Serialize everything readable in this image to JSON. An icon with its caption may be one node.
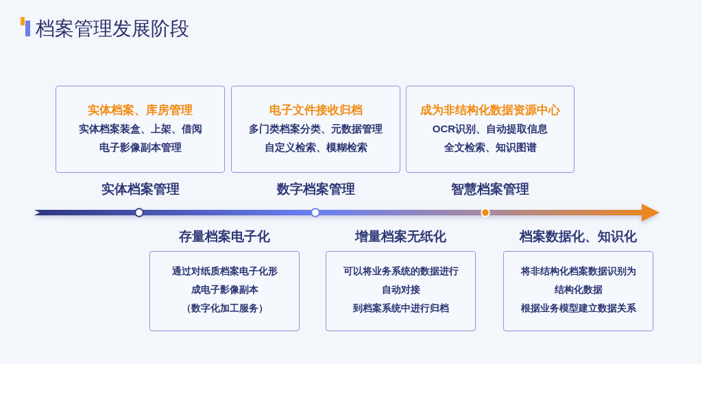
{
  "diagram": {
    "title": "档案管理发展阶段",
    "nodes": [
      {
        "text": [
          "实体档案、库房管理",
          "实体档案装盒、上架、借阅",
          "电子影像副本管理",
          "实体档案管理"
        ]
      },
      {
        "text": [
          "电子文件接收归档",
          "多门类档案分类、元数据管理",
          "自定义检索、模糊检索",
          "数字档案管理"
        ]
      },
      {
        "text": [
          "成为非结构化数据资源中心",
          "OCR识别、自动提取信息",
          "全文检索、知识图谱",
          "智慧档案管理"
        ]
      },
      {
        "text": [
          "存量档案电子化",
          "通过对纸质档案电子化形成电子影像副本",
          "（数字化加工服务）"
        ]
      },
      {
        "text": [
          "增量档案无纸化",
          "可以将业务系统的数据进行自动对接",
          "到档案系统中进行归档"
        ]
      },
      {
        "text": [
          "档案数据化、知识化",
          "将非结构化档案数据识别为结构化数据",
          "根据业务模型建立数据关系"
        ]
      }
    ]
  }
}
